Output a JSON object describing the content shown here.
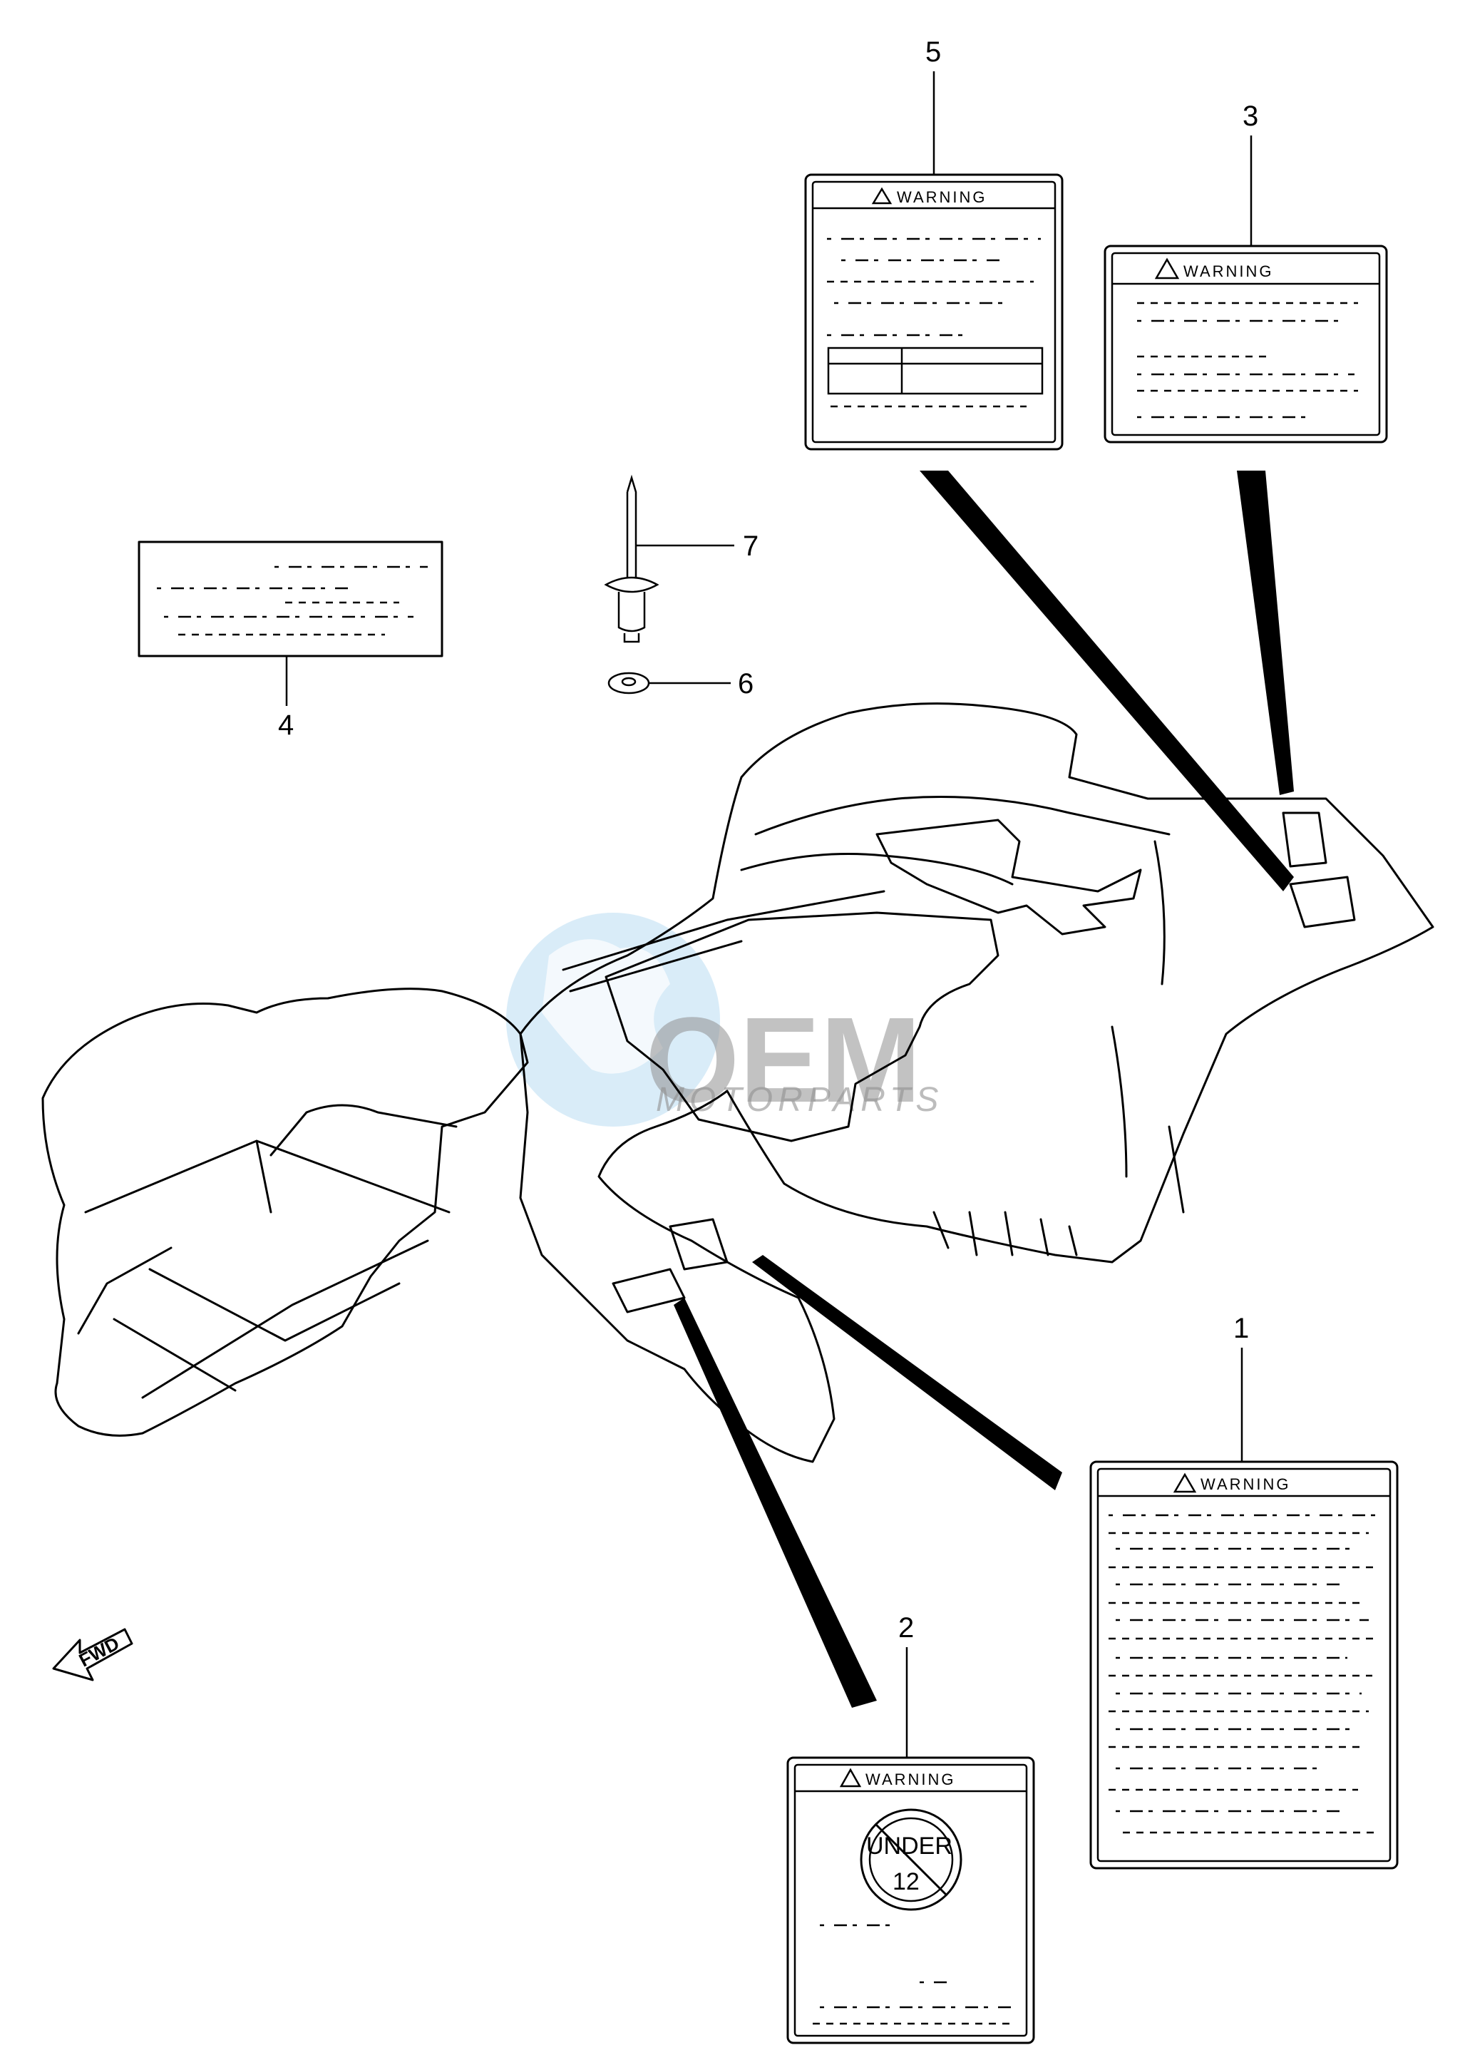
{
  "callouts": {
    "n1": "1",
    "n2": "2",
    "n3": "3",
    "n4": "4",
    "n5": "5",
    "n6": "6",
    "n7": "7"
  },
  "labels": {
    "warning_1": "WARNING",
    "warning_2": "WARNING",
    "warning_3": "WARNING",
    "warning_5": "WARNING",
    "under_sign_text": "UNDER",
    "under_sign_age": "12"
  },
  "direction_arrow": "FWD",
  "watermark": {
    "logo": "OEM",
    "subtitle": "MOTORPARTS",
    "color": "#8f8f8f",
    "globe_color": "#b9dcf2"
  }
}
